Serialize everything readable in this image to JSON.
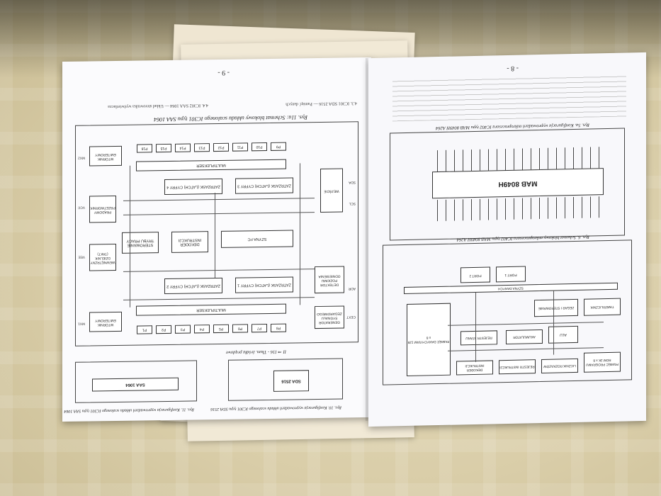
{
  "left_page": {
    "page_number": "- 9 -",
    "fig11a_caption": "Rys. 11a: Schemat blokowy układu scalonego IC301 typu SAA 1064",
    "fig11a_source": "II ⇒ 116 - Tłum. źródła prądowe",
    "fig10_caption": "Rys. 10. Konfiguracja wyprowadzeń układu scalonego IC301 typu SDA 2516",
    "fig11_caption": "Rys. 11. Konfiguracja wyprowadzeń układu scalonego IC301 typu SAA 1064",
    "chip_sda": "SDA 2516",
    "chip_saa": "SAA 1064",
    "section_title": "4.3. IC301 SDA 2516 — Pamięć danych",
    "section2_title": "4.4. IC302 SAA 1064 — Układ sterownika wyświetlacza",
    "diagram_blocks": [
      "MULTIPLEKSER",
      "ZATRZASK (LATCH) CYFRY 1",
      "ZATRZASK (LATCH) CYFRY 2",
      "ZATRZASK (LATCH) CYFRY 3",
      "ZATRZASK (LATCH) CYFRY 4",
      "SZYNA I²C",
      "DEKODER INSTRUKCJI",
      "STEROWANIE TRYBU PRACY",
      "DETEKTOR POZIOMU ODNIESIENIA",
      "GENERATOR SYGNAŁU ZEGAROWEGO",
      "MULTIPLEKSER",
      "WEJŚCIE",
      "WTÓRNIK EMITEROWY",
      "WTÓRNIK EMITEROWY",
      "PRĄDOWY PRZETWORNIK",
      "WEWNĘTRZNY DZIELNIK (TAKT)"
    ],
    "diagram_pins_top": [
      "P8",
      "P7",
      "P6",
      "P5",
      "P4",
      "P3",
      "P2",
      "P1"
    ],
    "diagram_pins_bottom": [
      "P9",
      "P10",
      "P11",
      "P12",
      "P13",
      "P14",
      "P15",
      "P16"
    ],
    "diagram_pins_side": [
      "MX1",
      "MX2",
      "VEE",
      "CEXT",
      "ADR",
      "SCL",
      "SDA",
      "VCC"
    ]
  },
  "right_page": {
    "page_number": "- 8 -",
    "fig_top_caption": "Rys. 5a. Konfiguracja wyprowadzeń mikroprocesora IC402 typu MAB 8049H A264",
    "fig_mid_caption": "Rys. 6. Schemat blokowy mikroprocesora IC402 typu MAB 8049H A264",
    "chip_main": "MAB 8049H",
    "blocks": [
      "PAMIĘĆ PROGRAMU ROM 2K x 8",
      "LICZNIK ROZKAZÓW",
      "REJESTR INSTRUKCJI",
      "DEKODER INSTRUKCJI",
      "ALU",
      "AKUMULATOR",
      "PAMIĘĆ DANYCH RAM 128 x 8",
      "REJESTR STANU",
      "TIMER/LICZNIK",
      "ZEGAR I STEROWANIE",
      "PORT 1",
      "PORT 2",
      "SZYNA DANYCH"
    ]
  }
}
